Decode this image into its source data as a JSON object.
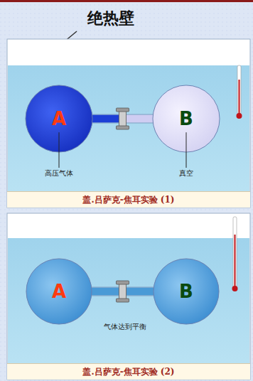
{
  "diagram": {
    "nodes": [
      {
        "text": [
          "盖.吕萨克-焦耳实验 (1)"
        ]
      },
      {
        "text": [
          "A"
        ],
        "in": 0
      },
      {
        "text": [
          "B"
        ],
        "in": 0
      },
      {
        "text": [
          "盖.吕萨克-焦耳实验 (2)"
        ]
      },
      {
        "text": [
          "A"
        ],
        "in": 3
      },
      {
        "text": [
          "B"
        ],
        "in": 3
      }
    ],
    "edges": [
      {
        "from": 1,
        "to": 2,
        "arrow": "none"
      },
      {
        "from": 4,
        "to": 5,
        "arrow": "none"
      }
    ],
    "labels": [
      "绝热壁",
      "高压气体",
      "真空",
      "气体达到平衡"
    ]
  }
}
